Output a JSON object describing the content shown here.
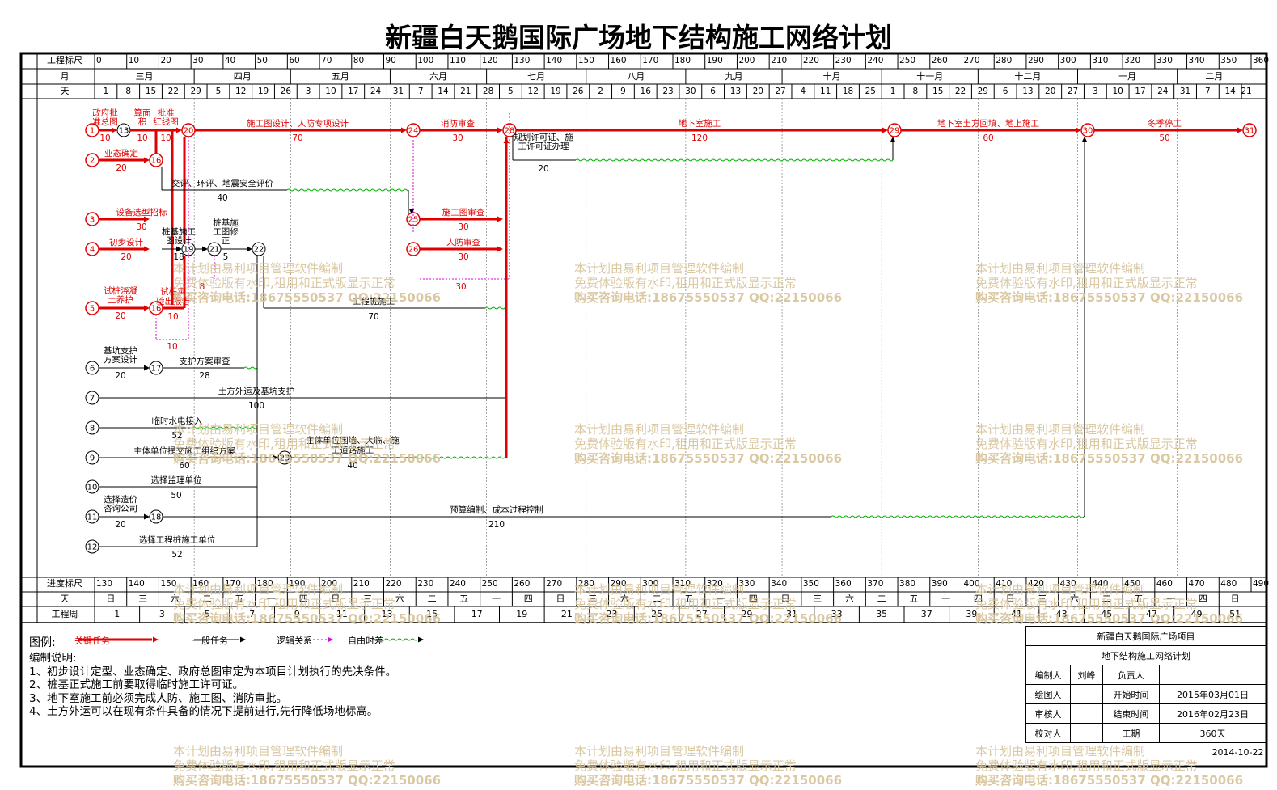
{
  "title": "新疆白天鹅国际广场地下结构施工网络计划",
  "scale": {
    "top_label": "工程标尺",
    "top_ticks": [
      "0",
      "10",
      "20",
      "30",
      "40",
      "50",
      "60",
      "70",
      "80",
      "90",
      "100",
      "110",
      "120",
      "130",
      "140",
      "150",
      "160",
      "170",
      "180",
      "190",
      "200",
      "210",
      "220",
      "230",
      "240",
      "250",
      "260",
      "270",
      "280",
      "290",
      "300",
      "310",
      "320",
      "330",
      "340",
      "350",
      "360"
    ],
    "month_label": "月",
    "months": [
      "三月",
      "四月",
      "五月",
      "六月",
      "七月",
      "八月",
      "九月",
      "十月",
      "十一月",
      "十二月",
      "一月",
      "二月"
    ],
    "day_label": "天",
    "days": [
      "1",
      "8",
      "15",
      "22",
      "29",
      "5",
      "12",
      "19",
      "26",
      "3",
      "10",
      "17",
      "24",
      "31",
      "7",
      "14",
      "21",
      "28",
      "5",
      "12",
      "19",
      "26",
      "2",
      "9",
      "16",
      "23",
      "30",
      "6",
      "13",
      "20",
      "27",
      "4",
      "11",
      "18",
      "25",
      "1",
      "8",
      "15",
      "22",
      "29",
      "6",
      "13",
      "20",
      "27",
      "3",
      "10",
      "17",
      "24",
      "31",
      "7",
      "14",
      "21"
    ],
    "bottom_label": "进度标尺",
    "bottom_ticks": [
      "130",
      "140",
      "150",
      "160",
      "170",
      "180",
      "190",
      "200",
      "210",
      "220",
      "230",
      "240",
      "250",
      "260",
      "270",
      "280",
      "290",
      "300",
      "310",
      "320",
      "330",
      "340",
      "350",
      "360",
      "370",
      "380",
      "390",
      "400",
      "410",
      "420",
      "430",
      "440",
      "450",
      "460",
      "470",
      "480",
      "490"
    ],
    "weekday_label": "天",
    "weekdays": [
      "日",
      "三",
      "六",
      "二",
      "五",
      "一",
      "四",
      "日",
      "三",
      "六",
      "二",
      "五",
      "一",
      "四",
      "日",
      "三",
      "六",
      "二",
      "五",
      "一",
      "四",
      "日",
      "三",
      "六",
      "二",
      "五",
      "一",
      "四",
      "日",
      "三",
      "六",
      "二",
      "五",
      "一",
      "四",
      "日"
    ],
    "week_label": "工程周",
    "weeks": [
      "1",
      "3",
      "5",
      "7",
      "9",
      "11",
      "13",
      "15",
      "17",
      "19",
      "21",
      "23",
      "25",
      "27",
      "29",
      "31",
      "33",
      "35",
      "37",
      "39",
      "41",
      "43",
      "45",
      "47",
      "49",
      "51"
    ]
  },
  "nodes": [
    "1",
    "2",
    "3",
    "4",
    "5",
    "6",
    "7",
    "8",
    "9",
    "10",
    "11",
    "12",
    "13",
    "16",
    "16",
    "17",
    "18",
    "19",
    "20",
    "21",
    "22",
    "23",
    "24",
    "25",
    "26",
    "28",
    "29",
    "30",
    "31"
  ],
  "tasks": [
    {
      "label": "政府批准总图",
      "dur": "10",
      "color": "#e00000"
    },
    {
      "label": "算面积",
      "dur": "10",
      "color": "#e00000"
    },
    {
      "label": "批准红线图",
      "dur": "10",
      "color": "#e00000"
    },
    {
      "label": "施工图设计、人防专项设计",
      "dur": "70",
      "color": "#e00000"
    },
    {
      "label": "消防审查",
      "dur": "30",
      "color": "#e00000"
    },
    {
      "label": "地下室施工",
      "dur": "120",
      "color": "#e00000"
    },
    {
      "label": "地下室土方回填、地上施工",
      "dur": "60",
      "color": "#e00000"
    },
    {
      "label": "冬季停工",
      "dur": "50",
      "color": "#e00000"
    },
    {
      "label": "业态确定",
      "dur": "20",
      "color": "#e00000"
    },
    {
      "label": "规划许可证、施工许可证办理",
      "dur": "20",
      "color": "#000000"
    },
    {
      "label": "交评、环评、地震安全评价",
      "dur": "40",
      "color": "#000000"
    },
    {
      "label": "设备选型招标",
      "dur": "30",
      "color": "#e00000"
    },
    {
      "label": "施工图审查",
      "dur": "30",
      "color": "#e00000"
    },
    {
      "label": "初步设计",
      "dur": "20",
      "color": "#e00000"
    },
    {
      "label": "桩基施工图设计",
      "dur": "18",
      "color": "#000000"
    },
    {
      "label": "桩基施工图修正",
      "dur": "5",
      "color": "#000000"
    },
    {
      "label": "人防审查",
      "dur": "30",
      "color": "#e00000"
    },
    {
      "label": "试桩浇凝土养护",
      "dur": "20",
      "color": "#e00000"
    },
    {
      "label": "试桩实验出报告",
      "dur": "10",
      "color": "#e00000"
    },
    {
      "label": "工程桩施工",
      "dur": "70",
      "color": "#000000"
    },
    {
      "label": "基坑支护方案设计",
      "dur": "20",
      "color": "#000000"
    },
    {
      "label": "支护方案审查",
      "dur": "28",
      "color": "#000000"
    },
    {
      "label": "土方外运及基坑支护",
      "dur": "100",
      "color": "#000000"
    },
    {
      "label": "临时水电接入",
      "dur": "52",
      "color": "#000000"
    },
    {
      "label": "主体单位提交施工组织方案",
      "dur": "60",
      "color": "#000000"
    },
    {
      "label": "主体单位围墙、大临、施工道路施工",
      "dur": "40",
      "color": "#000000"
    },
    {
      "label": "选择监理单位",
      "dur": "50",
      "color": "#000000"
    },
    {
      "label": "选择造价咨询公司",
      "dur": "20",
      "color": "#000000"
    },
    {
      "label": "预算编制、成本过程控制",
      "dur": "210",
      "color": "#000000"
    },
    {
      "label": "选择工程桩施工单位",
      "dur": "52",
      "color": "#000000"
    }
  ],
  "extra_labels": {
    "float_30a": "30",
    "float_30b": "30",
    "float_8": "8",
    "float_10": "10"
  },
  "legend": {
    "title": "图例:",
    "critical": "关键任务",
    "normal": "一般任务",
    "logic": "逻辑关系",
    "float": "自由时差",
    "colors": {
      "critical": "#e00000",
      "normal": "#000000",
      "logic": "#000000",
      "float": "#e000e0",
      "free": "#00b000"
    }
  },
  "notes": {
    "title": "编制说明:",
    "items": [
      "1、初步设计定型、业态确定、政府总图审定为本项目计划执行的先决条件。",
      "2、桩基正式施工前要取得临时施工许可证。",
      "3、地下室施工前必须完成人防、施工图、消防审批。",
      "4、土方外运可以在现有条件具备的情况下提前进行,先行降低场地标高。"
    ]
  },
  "title_block": {
    "project": "新疆白天鹅国际广场项目",
    "plan": "地下结构施工网络计划",
    "compiler_label": "编制人",
    "compiler": "刘峰",
    "manager_label": "负责人",
    "manager": "",
    "drawer_label": "绘图人",
    "start_label": "开始时间",
    "start": "2015年03月01日",
    "reviewer_label": "审核人",
    "end_label": "结束时间",
    "end": "2016年02月23日",
    "checker_label": "校对人",
    "duration_label": "工期",
    "duration": "360天",
    "date": "2014-10-22"
  },
  "watermark": {
    "line1": "本计划由易利项目管理软件编制",
    "line2": "免费体验版有水印,租用和正式版显示正常",
    "line3": "购买咨询电话:18675550537 QQ:22150066"
  }
}
